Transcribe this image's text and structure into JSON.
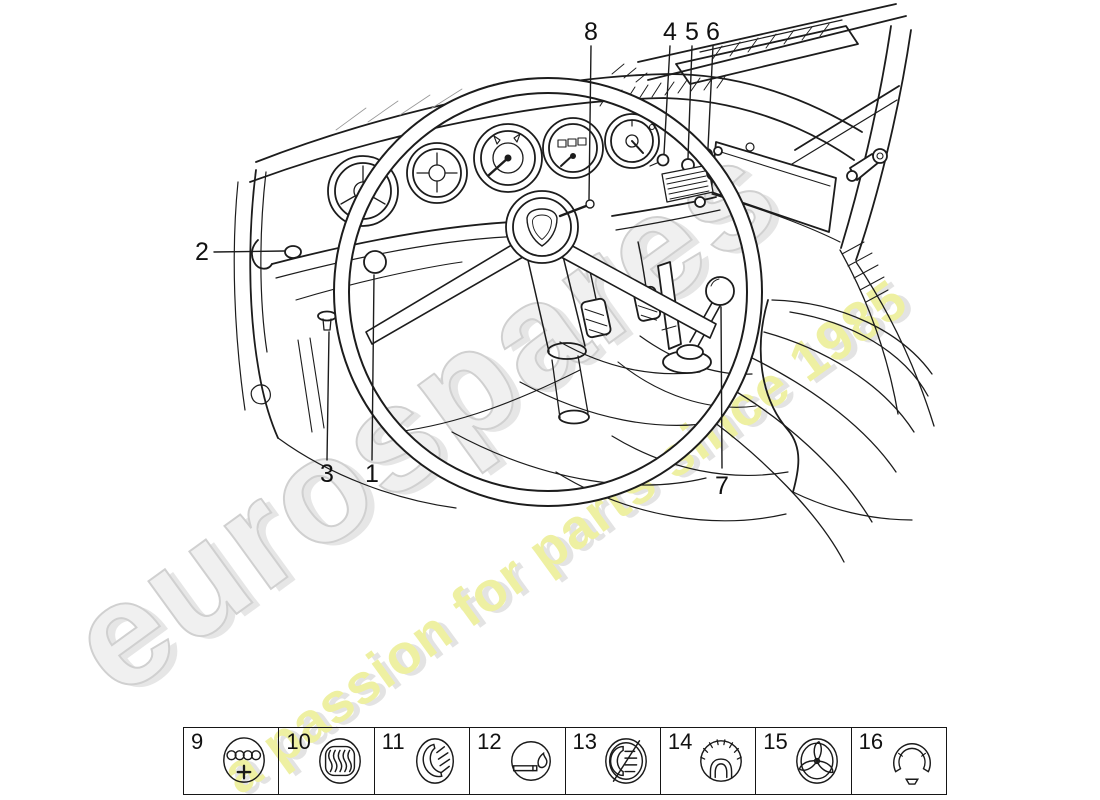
{
  "watermark": {
    "brand": "eurospares",
    "tagline": "a passion for parts since 1985",
    "brand_color": "#f0f0f0",
    "tagline_color": "#eef0a2"
  },
  "callouts": {
    "c1": "1",
    "c2": "2",
    "c3": "3",
    "c4": "4",
    "c5": "5",
    "c6": "6",
    "c7": "7",
    "c8": "8"
  },
  "legend": {
    "items": [
      {
        "number": "9",
        "icon": "rear-window-defrost-button-icon"
      },
      {
        "number": "10",
        "icon": "heater-blower-button-icon"
      },
      {
        "number": "11",
        "icon": "headlight-switch-button-icon"
      },
      {
        "number": "12",
        "icon": "cigarette-lighter-button-icon"
      },
      {
        "number": "13",
        "icon": "headlight-flasher-button-icon"
      },
      {
        "number": "14",
        "icon": "fresh-air-defroster-button-icon"
      },
      {
        "number": "15",
        "icon": "fan-switch-button-icon"
      },
      {
        "number": "16",
        "icon": "trim-ring-button-icon"
      }
    ]
  },
  "drawing": {
    "subject": "dashboard and cockpit line drawing",
    "line_color": "#1c1c1c"
  }
}
